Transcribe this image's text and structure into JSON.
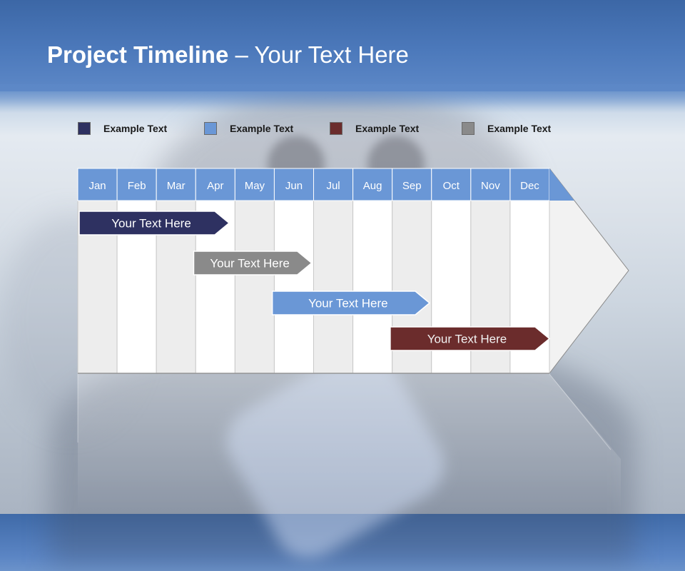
{
  "title": {
    "bold": "Project Timeline",
    "rest": " – Your Text Here"
  },
  "legend": [
    {
      "label": "Example Text",
      "color": "#2e3161"
    },
    {
      "label": "Example Text",
      "color": "#6a97d6"
    },
    {
      "label": "Example Text",
      "color": "#6b2c2c"
    },
    {
      "label": "Example Text",
      "color": "#8a8a8a"
    }
  ],
  "months": [
    "Jan",
    "Feb",
    "Mar",
    "Apr",
    "May",
    "Jun",
    "Jul",
    "Aug",
    "Sep",
    "Oct",
    "Nov",
    "Dec"
  ],
  "colors": {
    "header": "#6a97d6",
    "arrow_body": "#f2f2f2",
    "shade": "#ededed"
  },
  "tasks": [
    {
      "label": "Your  Text Here",
      "start": 0.0,
      "end": 3.85,
      "color": "#2e3161",
      "text_color": "#ffffff"
    },
    {
      "label": "Your  Text Here",
      "start": 2.95,
      "end": 5.95,
      "color": "#8a8a8a",
      "text_color": "#ffffff"
    },
    {
      "label": "Your  Text Here",
      "start": 4.95,
      "end": 8.95,
      "color": "#6a97d6",
      "text_color": "#ffffff"
    },
    {
      "label": "Your  Text Here",
      "start": 7.95,
      "end": 12.0,
      "color": "#6b2c2c",
      "text_color": "#f2f2f2"
    }
  ]
}
